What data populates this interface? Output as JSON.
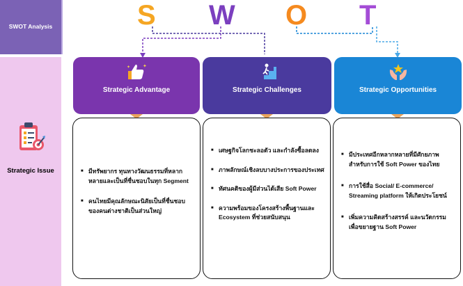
{
  "sidebar": {
    "top_label": "SWOT Analysis",
    "bottom_label": "Strategic Issue"
  },
  "swot_letters": [
    {
      "letter": "S",
      "color": "#f5a623"
    },
    {
      "letter": "W",
      "color": "#7b3fbf"
    },
    {
      "letter": "O",
      "color": "#f58a1f"
    },
    {
      "letter": "T",
      "color": "#a44dd6"
    }
  ],
  "columns": [
    {
      "title": "Strategic Advantage",
      "color": "#7a35ad",
      "icon": "thumbs-up-icon",
      "items": [
        "มีทรัพยากร ทุนทางวัฒนธรรมที่หลากหลายและเป็นที่ชื่นชอบในทุก Segment",
        "คนไทยมีคุณลักษณะนิสัยเป็นที่ชื่นชอบของคนต่างชาติเป็นส่วนใหญ่"
      ]
    },
    {
      "title": "Strategic Challenges",
      "color": "#4a3a9e",
      "icon": "climbing-stairs-icon",
      "items": [
        "เศษฐกิจโลกชะลอตัว และกำลังซื้อลดลง",
        "ภาพลักษณ์เชิงลบบางประการของประเทศ",
        "ทัศนคติของผู้มีส่วนได้เสีย Soft Power",
        "ความพร้อมของโครงสร้างพื้นฐานและ Ecosystem ที่ช่วยสนับสนุน"
      ]
    },
    {
      "title": "Strategic Opportunities",
      "color": "#1a86d6",
      "icon": "hands-star-icon",
      "items": [
        "มีประเทศอีกหลากหลายที่มีศักยภาพสำหรับการใช้ Soft Power ของไทย",
        "การใช้สื่อ Social/ E-commerce/ Streaming platform ให้เกิดประโยชน์",
        "เพิ่มความคิดสร้างสรรค์ และนวัตกรรมเพื่อขยายฐาน Soft Power"
      ]
    }
  ]
}
